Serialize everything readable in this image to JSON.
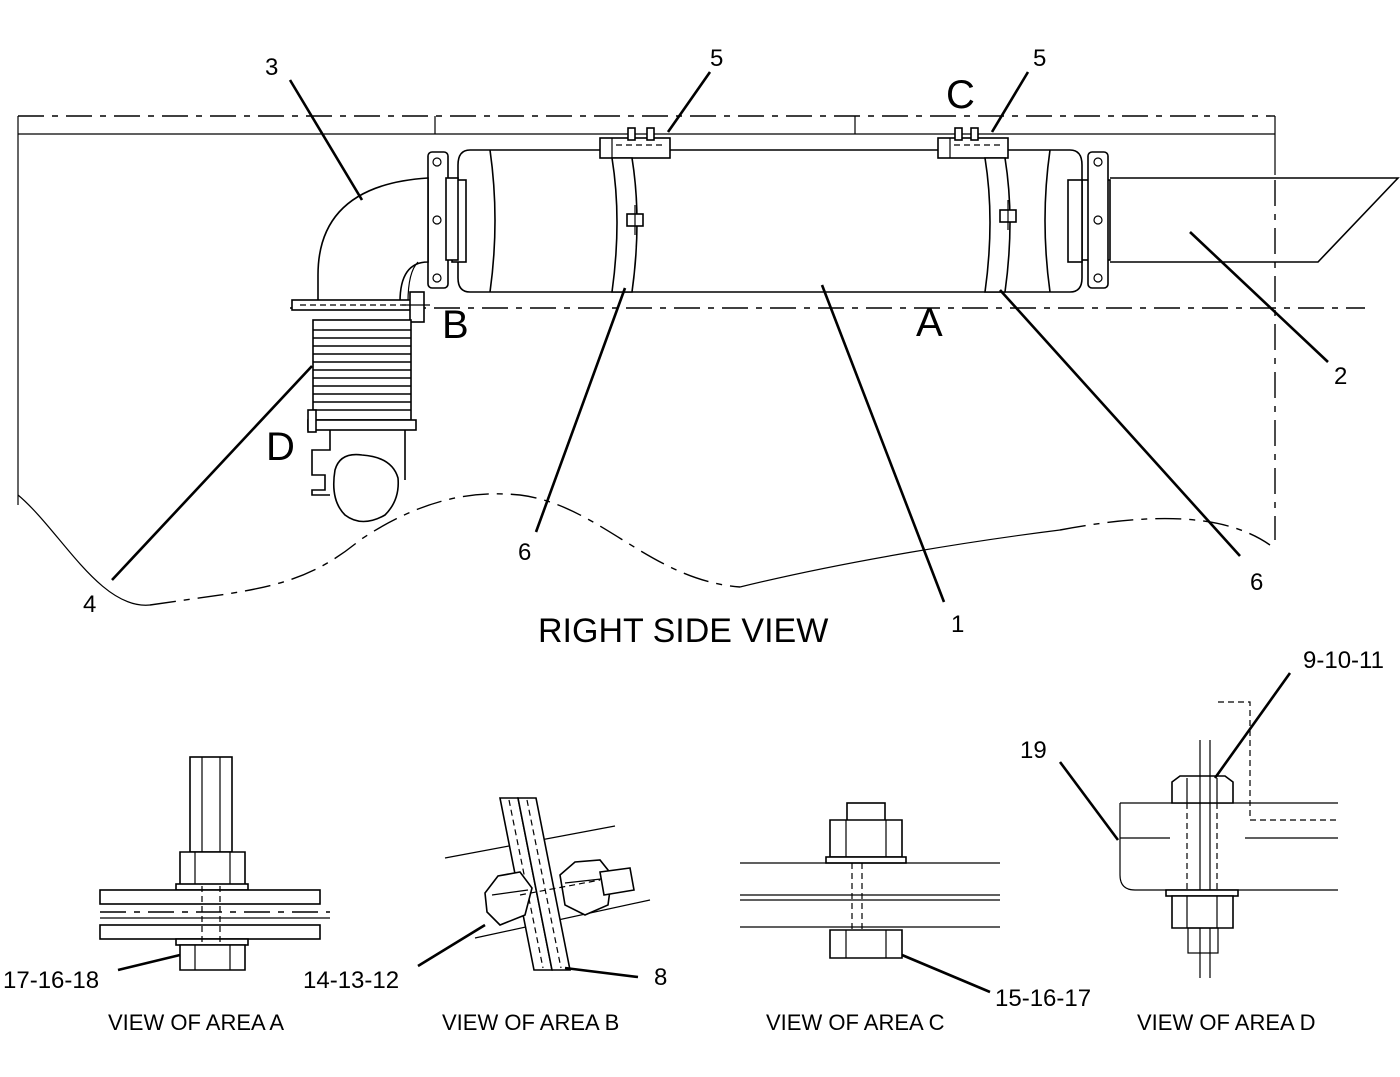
{
  "main_view": {
    "title": "RIGHT SIDE VIEW",
    "callouts": {
      "c1": "1",
      "c2": "2",
      "c3": "3",
      "c4": "4",
      "c5_left": "5",
      "c5_right": "5",
      "c6_left": "6",
      "c6_right": "6"
    },
    "areas": {
      "a": "A",
      "b": "B",
      "c": "C",
      "d": "D"
    }
  },
  "details": {
    "area_a": {
      "caption": "VIEW OF AREA A",
      "callout": "17-16-18"
    },
    "area_b": {
      "caption": "VIEW OF AREA B",
      "callout_left": "14-13-12",
      "callout_right": "8"
    },
    "area_c": {
      "caption": "VIEW OF AREA C",
      "callout": "15-16-17"
    },
    "area_d": {
      "caption": "VIEW OF AREA D",
      "callout_top": "9-10-11",
      "callout_left": "19"
    }
  }
}
